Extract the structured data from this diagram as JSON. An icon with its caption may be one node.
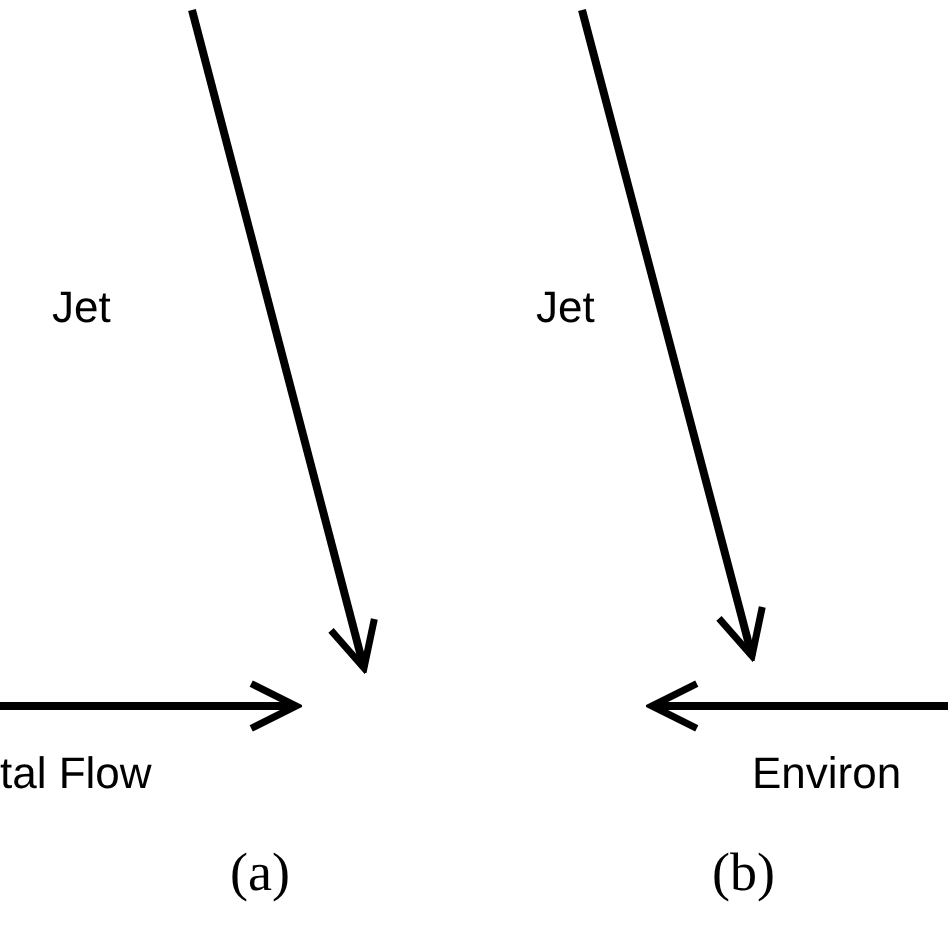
{
  "diagram": {
    "labels": [
      "Jet",
      "Jet",
      "tal Flow",
      "Environ",
      "(a)",
      "(b)"
    ]
  }
}
